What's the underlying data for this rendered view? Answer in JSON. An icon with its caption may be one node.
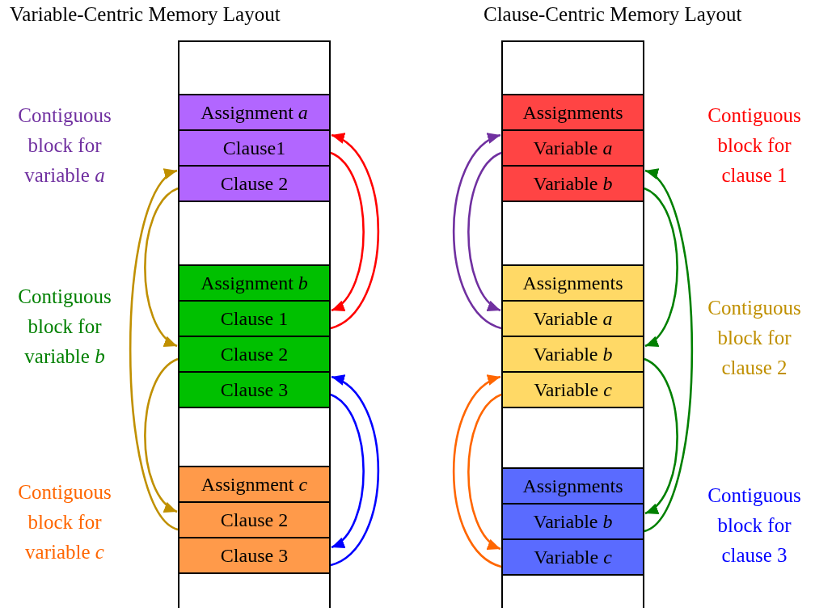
{
  "diagram": {
    "nodes": [
      {
        "text": [
          "Variable-Centric Memory Layout"
        ]
      },
      {
        "text": [
          "Assignment *a*"
        ],
        "in": 0
      },
      {
        "text": [
          "Clause1"
        ],
        "in": 0
      },
      {
        "text": [
          "Clause 2"
        ],
        "in": 0
      },
      {
        "text": [
          "Assignment *b*"
        ],
        "in": 0
      },
      {
        "text": [
          "Clause 1"
        ],
        "in": 0
      },
      {
        "text": [
          "Clause 2"
        ],
        "in": 0
      },
      {
        "text": [
          "Clause 3"
        ],
        "in": 0
      },
      {
        "text": [
          "Assignment *c*"
        ],
        "in": 0
      },
      {
        "text": [
          "Clause 2"
        ],
        "in": 0
      },
      {
        "text": [
          "Clause 3"
        ],
        "in": 0
      },
      {
        "text": [
          "Clause-Centric Memory Layout"
        ]
      },
      {
        "text": [
          "Assignments"
        ],
        "in": 11
      },
      {
        "text": [
          "Variable *a*"
        ],
        "in": 11
      },
      {
        "text": [
          "Variable *b*"
        ],
        "in": 11
      },
      {
        "text": [
          "Assignments"
        ],
        "in": 11
      },
      {
        "text": [
          "Variable *a*"
        ],
        "in": 11
      },
      {
        "text": [
          "Variable *b*"
        ],
        "in": 11
      },
      {
        "text": [
          "Variable *c*"
        ],
        "in": 11
      },
      {
        "text": [
          "Assignments"
        ],
        "in": 11
      },
      {
        "text": [
          "Variable *b*"
        ],
        "in": 11
      },
      {
        "text": [
          "Variable *c*"
        ],
        "in": 11
      }
    ],
    "edges": [
      {
        "from": 2,
        "to": 5,
        "arrow": "to",
        "color": "#ff0000"
      },
      {
        "from": 5,
        "to": 2,
        "arrow": "to",
        "color": "#ff0000"
      },
      {
        "from": 3,
        "to": 6,
        "arrow": "to",
        "color": "#c09000"
      },
      {
        "from": 6,
        "to": 9,
        "arrow": "to",
        "color": "#c09000"
      },
      {
        "from": 9,
        "to": 3,
        "arrow": "to",
        "color": "#c09000"
      },
      {
        "from": 7,
        "to": 10,
        "arrow": "to",
        "color": "#0000ff"
      },
      {
        "from": 10,
        "to": 7,
        "arrow": "to",
        "color": "#0000ff"
      },
      {
        "from": 13,
        "to": 16,
        "arrow": "to",
        "color": "#7030a0"
      },
      {
        "from": 16,
        "to": 13,
        "arrow": "to",
        "color": "#7030a0"
      },
      {
        "from": 18,
        "to": 21,
        "arrow": "to",
        "color": "#ff6600"
      },
      {
        "from": 21,
        "to": 18,
        "arrow": "to",
        "color": "#ff6600"
      },
      {
        "from": 14,
        "to": 17,
        "arrow": "to",
        "color": "#008000"
      },
      {
        "from": 17,
        "to": 20,
        "arrow": "to",
        "color": "#008000"
      },
      {
        "from": 20,
        "to": 14,
        "arrow": "to",
        "color": "#008000"
      }
    ],
    "labels": [
      "Contiguous block for variable *a*",
      "Contiguous block for clause 1",
      "Contiguous block for variable *b*",
      "Contiguous block for clause 2",
      "Contiguous block for variable *c*",
      "Contiguous block for clause 3"
    ]
  }
}
